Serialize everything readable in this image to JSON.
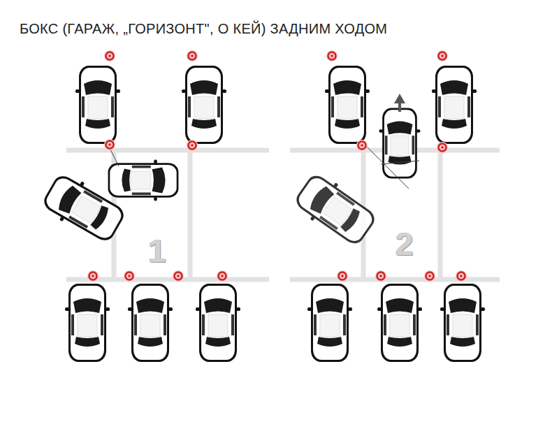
{
  "diagram": {
    "title": "БОКС (ГАРАЖ, „ГОРИЗОНТ\", О КЕЙ) ЗАДНИМ ХОДОМ",
    "labels": [
      "1",
      "2"
    ]
  }
}
